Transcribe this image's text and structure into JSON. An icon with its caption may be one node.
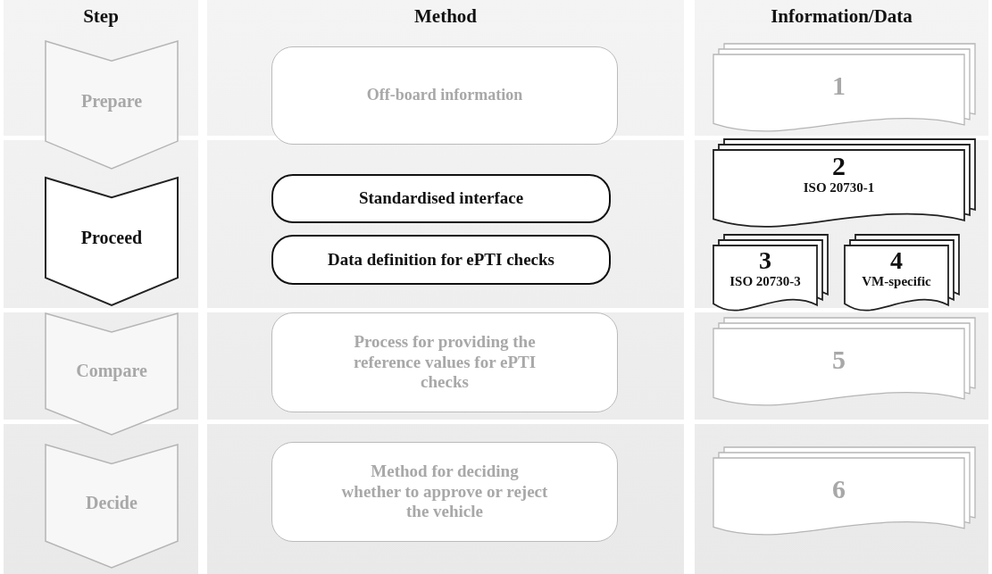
{
  "diagram": {
    "nodes": [
      {
        "text": [
          "Step"
        ]
      },
      {
        "text": [
          "Prepare"
        ],
        "in": 0
      },
      {
        "text": [
          "Proceed"
        ],
        "in": 0
      },
      {
        "text": [
          "Compare"
        ],
        "in": 0
      },
      {
        "text": [
          "Decide"
        ],
        "in": 0
      },
      {
        "text": [
          "Method"
        ]
      },
      {
        "text": [
          "Off-board information"
        ],
        "in": 5
      },
      {
        "text": [
          "Standardised interface"
        ],
        "in": 5
      },
      {
        "text": [
          "Data definition for ePTI checks"
        ],
        "in": 5
      },
      {
        "text": [
          "Process for providing the reference values for ePTI checks"
        ],
        "in": 5
      },
      {
        "text": [
          "Method for deciding whether to approve or reject the vehicle"
        ],
        "in": 5
      },
      {
        "text": [
          "Information/Data"
        ]
      },
      {
        "text": [
          "1"
        ],
        "in": 11
      },
      {
        "text": [
          "2",
          "ISO 20730-1"
        ],
        "in": 11
      },
      {
        "text": [
          "3",
          "ISO 20730-3"
        ],
        "in": 11
      },
      {
        "text": [
          "4",
          "VM-specific"
        ],
        "in": 11
      },
      {
        "text": [
          "5"
        ],
        "in": 11
      },
      {
        "text": [
          "6"
        ],
        "in": 11
      }
    ]
  }
}
